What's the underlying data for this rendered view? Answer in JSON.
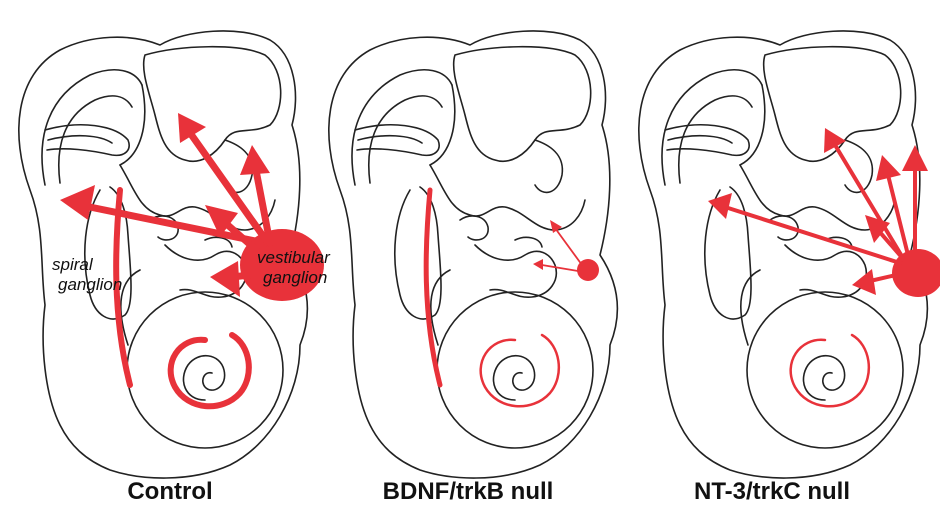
{
  "colors": {
    "signal": "#e8323a",
    "outline": "#222222",
    "background": "#ffffff",
    "text": "#111111"
  },
  "annotations": {
    "spiral": [
      "spiral",
      "ganglion"
    ],
    "vestibular": [
      "vestibular",
      "ganglion"
    ]
  },
  "panels": [
    {
      "caption": "Control",
      "innervation": "vestibular and cochlear (spiral) projections present"
    },
    {
      "caption": "BDNF/trkB null",
      "innervation": "vestibular projections greatly reduced"
    },
    {
      "caption": "NT-3/trkC null",
      "innervation": "spiral ganglion projection reduced"
    }
  ]
}
